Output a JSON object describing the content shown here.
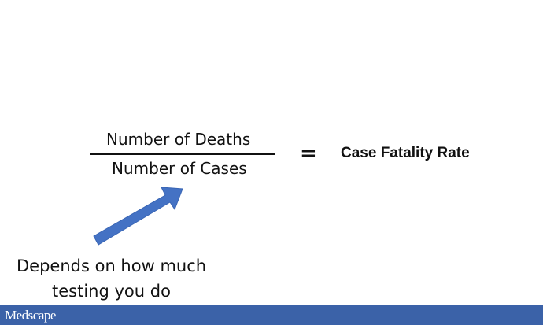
{
  "formula": {
    "numerator": "Number of Deaths",
    "denominator": "Number of Cases",
    "equals": "=",
    "result": "Case Fatality Rate"
  },
  "annotation": {
    "line1": "Depends on how much",
    "line2": "testing you do",
    "arrow_color": "#4472c4"
  },
  "footer": {
    "logo": "Medscape",
    "color": "#3b62a8"
  }
}
